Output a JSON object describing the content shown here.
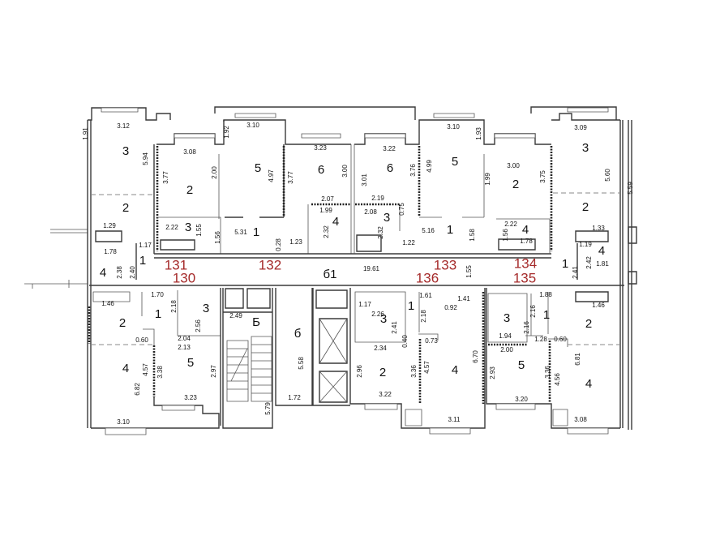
{
  "colors": {
    "apartment_number": "#a52a2a",
    "wall": "#3a3a3a",
    "text": "#111111"
  },
  "plan": {
    "corridor_label": "б1",
    "apartments": [
      "131",
      "132",
      "133",
      "134",
      "130",
      "136",
      "135"
    ],
    "rooms": [
      "3",
      "2",
      "2",
      "5",
      "6",
      "4",
      "3",
      "1",
      "4",
      "1",
      "6",
      "5",
      "2",
      "3",
      "2",
      "3",
      "1",
      "4",
      "4",
      "1",
      "1",
      "2",
      "3",
      "4",
      "5",
      "Б",
      "б",
      "3",
      "1",
      "2",
      "4",
      "3",
      "1",
      "2",
      "5",
      "4"
    ],
    "dimensions": [
      "3.12",
      "1.91",
      "5.94",
      "3.08",
      "3.77",
      "2.00",
      "3.10",
      "1.92",
      "4.97",
      "3.77",
      "3.23",
      "3.00",
      "2.07",
      "1.99",
      "2.32",
      "2.22",
      "1.55",
      "1.56",
      "5.31",
      "1.23",
      "1.29",
      "1.17",
      "1.78",
      "2.38",
      "2.40",
      "0.28",
      "3.10",
      "1.93",
      "3.09",
      "3.22",
      "3.76",
      "4.99",
      "3.00",
      "1.99",
      "3.75",
      "5.60",
      "5.59",
      "3.01",
      "2.19",
      "0.75",
      "2.08",
      "2.32",
      "5.16",
      "1.58",
      "1.56",
      "2.22",
      "1.78",
      "1.33",
      "1.22",
      "1.19",
      "19.61",
      "1.55",
      "2.42",
      "1.81",
      "2.41",
      "1.70",
      "1.46",
      "2.18",
      "2.56",
      "2.04",
      "2.13",
      "0.60",
      "3.38",
      "4.57",
      "6.82",
      "2.97",
      "3.23",
      "3.10",
      "2.49",
      "5.58",
      "1.72",
      "5.79",
      "1.61",
      "1.41",
      "0.92",
      "1.17",
      "2.26",
      "2.41",
      "2.34",
      "0.40",
      "0.73",
      "2.18",
      "2.96",
      "3.36",
      "4.57",
      "6.70",
      "3.22",
      "3.11",
      "1.88",
      "1.46",
      "2.16",
      "2.16",
      "1.94",
      "2.00",
      "1.28",
      "0.60",
      "2.93",
      "3.36",
      "4.56",
      "6.81",
      "3.20",
      "3.08"
    ]
  }
}
